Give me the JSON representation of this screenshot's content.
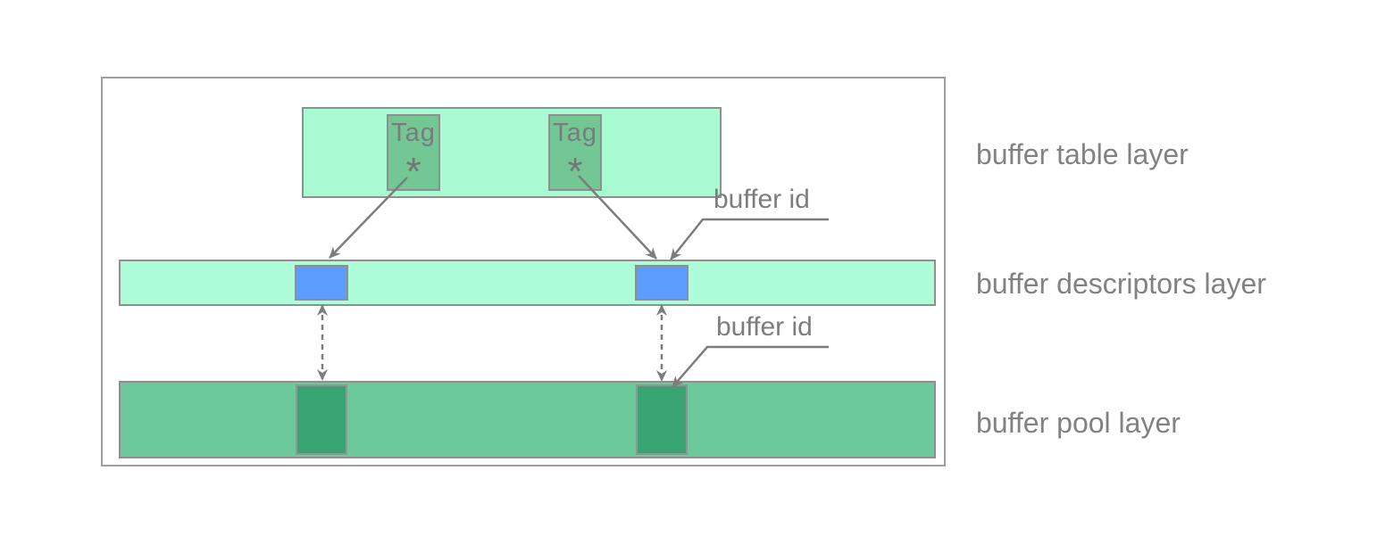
{
  "diagram": {
    "layer_labels": {
      "table": "buffer table layer",
      "descriptors": "buffer descriptors layer",
      "pool": "buffer pool layer"
    },
    "tags": [
      {
        "label": "Tag",
        "pointer_symbol": "*"
      },
      {
        "label": "Tag",
        "pointer_symbol": "*"
      }
    ],
    "callouts": {
      "descriptor_buffer_id": "buffer id",
      "pool_buffer_id": "buffer id"
    },
    "colors": {
      "table_bar": "#a8fad2",
      "tag_box": "#72c795",
      "descriptors_bar": "#adfdd9",
      "buffer_id_box": "#5c9cfb",
      "pool_bar": "#6cc99b",
      "pool_slot": "#39a473",
      "box_border": "#8f8f8f",
      "outer_border": "#9d9d9d",
      "line": "#7d7d7d",
      "text": "#828282"
    }
  }
}
